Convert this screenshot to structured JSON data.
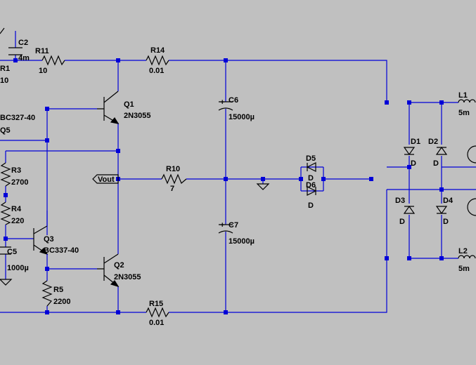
{
  "components": {
    "C2": {
      "ref": "C2",
      "value": "4m"
    },
    "R1": {
      "ref": "R1",
      "value": "10"
    },
    "R11": {
      "ref": "R11",
      "value": "10"
    },
    "R14": {
      "ref": "R14",
      "value": "0.01"
    },
    "R15": {
      "ref": "R15",
      "value": "0.01"
    },
    "R10": {
      "ref": "R10",
      "value": "7"
    },
    "R3": {
      "ref": "R3",
      "value": "2700"
    },
    "R4": {
      "ref": "R4",
      "value": "220"
    },
    "R5": {
      "ref": "R5",
      "value": "2200"
    },
    "C5": {
      "ref": "C5",
      "value": "1000µ"
    },
    "C6": {
      "ref": "C6",
      "value": "15000µ"
    },
    "C7": {
      "ref": "C7",
      "value": "15000µ"
    },
    "Q1": {
      "ref": "Q1",
      "value": "2N3055"
    },
    "Q2": {
      "ref": "Q2",
      "value": "2N3055"
    },
    "Q3": {
      "ref": "Q3",
      "value": "BC337-40"
    },
    "Q5": {
      "ref": "Q5",
      "value": "BC327-40"
    },
    "D1": {
      "ref": "D1",
      "value": "D"
    },
    "D2": {
      "ref": "D2",
      "value": "D"
    },
    "D3": {
      "ref": "D3",
      "value": "D"
    },
    "D4": {
      "ref": "D4",
      "value": "D"
    },
    "D5": {
      "ref": "D5",
      "value": "D"
    },
    "D6": {
      "ref": "D6",
      "value": "D"
    },
    "L1": {
      "ref": "L1",
      "value": "5m"
    },
    "L2": {
      "ref": "L2",
      "value": "5m"
    }
  },
  "net_labels": {
    "vout": "Vout"
  },
  "colors": {
    "wire": "#0000d8",
    "component": "#000000",
    "background": "#c0c0c0"
  }
}
